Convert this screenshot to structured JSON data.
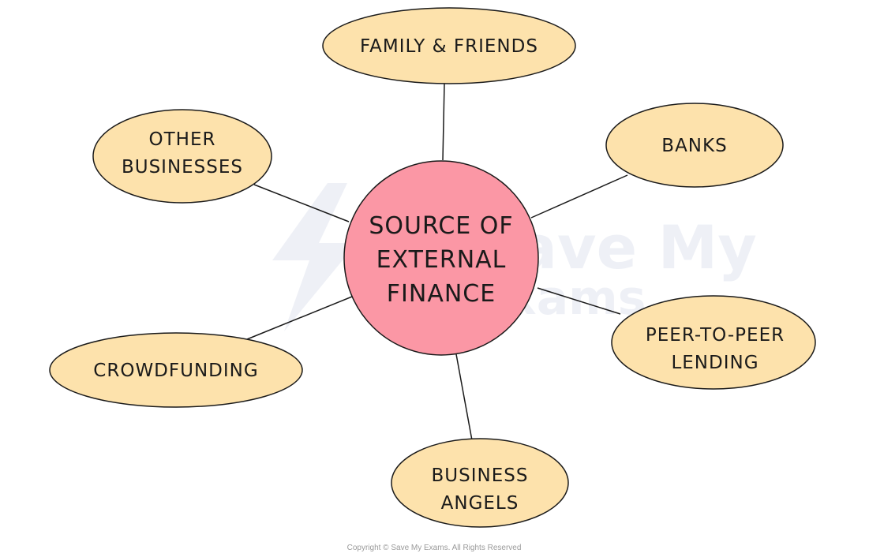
{
  "center": {
    "lines": [
      "SOURCE OF",
      "EXTERNAL",
      "FINANCE"
    ]
  },
  "sources": [
    {
      "id": "family-friends",
      "lines": [
        "FAMILY & FRIENDS"
      ]
    },
    {
      "id": "banks",
      "lines": [
        "BANKS"
      ]
    },
    {
      "id": "peer-to-peer-lending",
      "lines": [
        "PEER-TO-PEER",
        "LENDING"
      ]
    },
    {
      "id": "business-angels",
      "lines": [
        "BUSINESS",
        "ANGELS"
      ]
    },
    {
      "id": "crowdfunding",
      "lines": [
        "CROWDFUNDING"
      ]
    },
    {
      "id": "other-businesses",
      "lines": [
        "OTHER",
        "BUSINESSES"
      ]
    }
  ],
  "watermark": {
    "lines": [
      "Save My",
      "Exams"
    ]
  },
  "copyright": "Copyright © Save My Exams. All Rights Reserved",
  "colors": {
    "center_fill": "#fb97a5",
    "leaf_fill": "#fde2ac",
    "stroke": "#1a1a1a"
  }
}
